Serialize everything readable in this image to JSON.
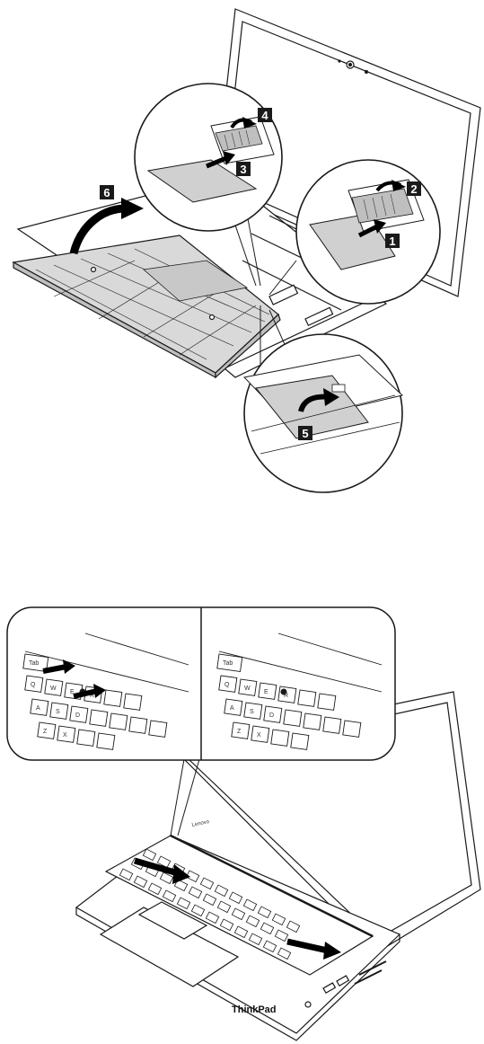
{
  "colors": {
    "line": "#1a1a1a",
    "panel": "#f2f2f2",
    "surface": "#ffffff",
    "arrow": "#000000",
    "badge": "#1a1a1a",
    "badge_text": "#ffffff"
  },
  "top_figure": {
    "callouts": [
      {
        "id": "1",
        "label": "1"
      },
      {
        "id": "2",
        "label": "2"
      },
      {
        "id": "3",
        "label": "3"
      },
      {
        "id": "4",
        "label": "4"
      },
      {
        "id": "5",
        "label": "5"
      },
      {
        "id": "6",
        "label": "6"
      }
    ]
  },
  "bottom_figure": {
    "screen_logo": "Lenovo",
    "brand_label": "ThinkPad",
    "left_inset_keys": [
      "Tab",
      "Q",
      "W",
      "E",
      "R",
      "A",
      "S",
      "D",
      "Z",
      "X"
    ],
    "right_inset_keys": [
      "Tab",
      "Q",
      "W",
      "E",
      "R",
      "A",
      "S",
      "D",
      "Z",
      "X"
    ]
  },
  "icons": {
    "arrow": "curved-arrow-icon",
    "push_arrow": "push-arrow-icon"
  }
}
